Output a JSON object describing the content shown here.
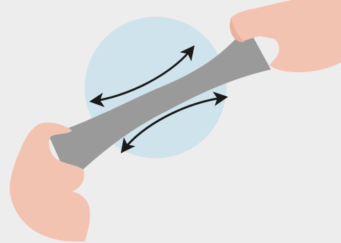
{
  "illustration": {
    "subject": "hands-stretching-strip-icon",
    "colors": {
      "background": "#ededed",
      "circle": "#cfe3ec",
      "strip": "#9a9a9a",
      "skin": "#f3c3b2",
      "arrow": "#1a1a1a"
    },
    "arrows": [
      {
        "name": "upper-double-arrow",
        "kind": "double-headed-curved"
      },
      {
        "name": "lower-double-arrow",
        "kind": "double-headed-curved"
      }
    ]
  }
}
